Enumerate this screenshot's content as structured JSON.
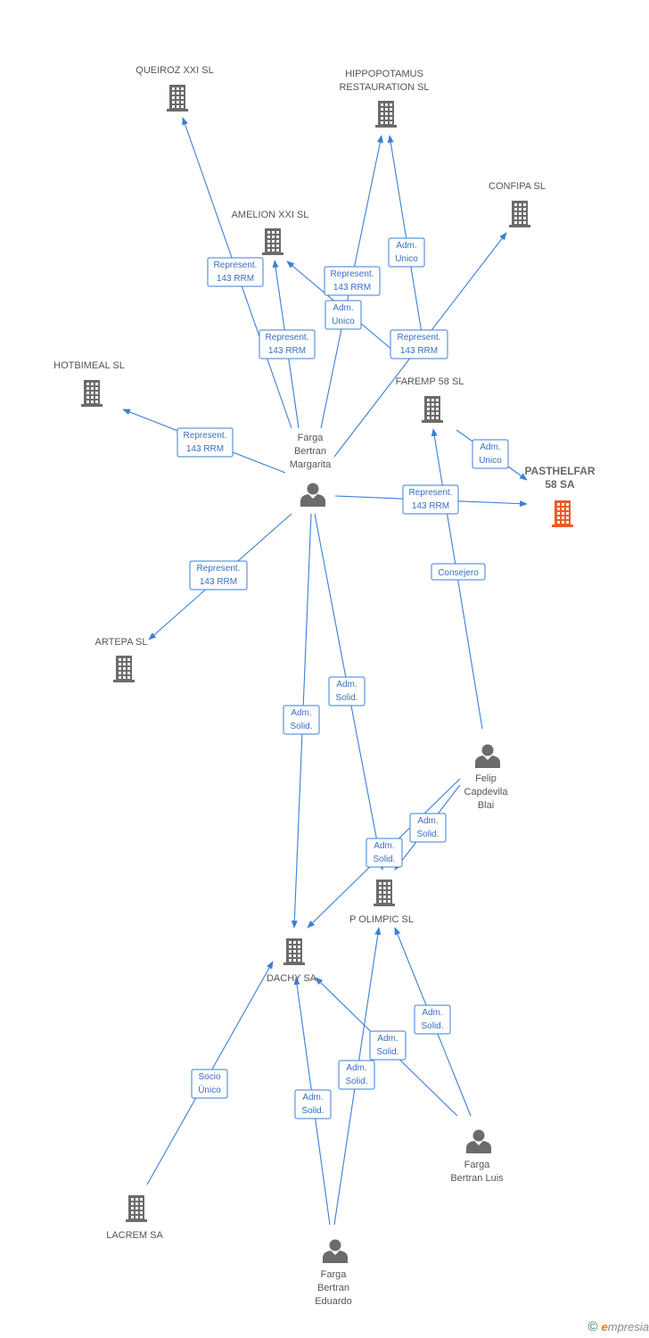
{
  "colors": {
    "edge": "#3a7fd5",
    "company": "#6b6b6b",
    "focus_company": "#f05a28",
    "person": "#6b6b6b"
  },
  "nodes": [
    {
      "id": "queiroz",
      "type": "company",
      "icon": "building-icon",
      "label": [
        "QUEIROZ XXI SL"
      ]
    },
    {
      "id": "hippo",
      "type": "company",
      "icon": "building-icon",
      "label": [
        "HIPPOPOTAMUS",
        "RESTAURATION SL"
      ]
    },
    {
      "id": "confipa",
      "type": "company",
      "icon": "building-icon",
      "label": [
        "CONFIPA SL"
      ]
    },
    {
      "id": "amelion",
      "type": "company",
      "icon": "building-icon",
      "label": [
        "AMELION XXI SL"
      ]
    },
    {
      "id": "hotbimeal",
      "type": "company",
      "icon": "building-icon",
      "label": [
        "HOTBIMEAL SL"
      ]
    },
    {
      "id": "faremp",
      "type": "company",
      "icon": "building-icon",
      "label": [
        "FAREMP 58 SL"
      ]
    },
    {
      "id": "pasthelfar",
      "type": "company",
      "focus": true,
      "icon": "building-icon",
      "label": [
        "PASTHELFAR",
        "58 SA"
      ]
    },
    {
      "id": "margarita",
      "type": "person",
      "icon": "person-icon",
      "label": [
        "Farga",
        "Bertran",
        "Margarita"
      ]
    },
    {
      "id": "artepa",
      "type": "company",
      "icon": "building-icon",
      "label": [
        "ARTEPA SL"
      ]
    },
    {
      "id": "felip",
      "type": "person",
      "icon": "person-icon",
      "label": [
        "Felip",
        "Capdevila",
        "Blai"
      ]
    },
    {
      "id": "polimpic",
      "type": "company",
      "icon": "building-icon",
      "label": [
        "P OLIMPIC SL"
      ]
    },
    {
      "id": "dachy",
      "type": "company",
      "icon": "building-icon",
      "label": [
        "DACHY SA"
      ]
    },
    {
      "id": "luis",
      "type": "person",
      "icon": "person-icon",
      "label": [
        "Farga",
        "Bertran Luis"
      ]
    },
    {
      "id": "lacrem",
      "type": "company",
      "icon": "building-icon",
      "label": [
        "LACREM SA"
      ]
    },
    {
      "id": "eduardo",
      "type": "person",
      "icon": "person-icon",
      "label": [
        "Farga",
        "Bertran",
        "Eduardo"
      ]
    }
  ],
  "edges": [
    {
      "from": "margarita",
      "to": "queiroz",
      "label": [
        "Represent.",
        "143 RRM"
      ]
    },
    {
      "from": "margarita",
      "to": "amelion",
      "label": [
        "Represent.",
        "143 RRM"
      ]
    },
    {
      "from": "margarita",
      "to": "hippo",
      "label": [
        "Represent.",
        "143 RRM"
      ]
    },
    {
      "from": "faremp",
      "to": "hippo",
      "label": [
        "Adm.",
        "Unico"
      ]
    },
    {
      "from": "faremp",
      "to": "amelion",
      "label": [
        "Adm.",
        "Unico"
      ]
    },
    {
      "from": "margarita",
      "to": "confipa",
      "label": [
        "Represent.",
        "143 RRM"
      ]
    },
    {
      "from": "margarita",
      "to": "hotbimeal",
      "label": [
        "Represent.",
        "143 RRM"
      ]
    },
    {
      "from": "faremp",
      "to": "pasthelfar",
      "label": [
        "Adm.",
        "Unico"
      ]
    },
    {
      "from": "margarita",
      "to": "pasthelfar",
      "label": [
        "Represent.",
        "143 RRM"
      ]
    },
    {
      "from": "margarita",
      "to": "artepa",
      "label": [
        "Represent.",
        "143 RRM"
      ]
    },
    {
      "from": "felip",
      "to": "faremp",
      "label": [
        "Consejero"
      ]
    },
    {
      "from": "margarita",
      "to": "dachy",
      "label": [
        "Adm.",
        "Solid."
      ]
    },
    {
      "from": "margarita",
      "to": "polimpic",
      "label": [
        "Adm.",
        "Solid."
      ]
    },
    {
      "from": "felip",
      "to": "polimpic",
      "label": [
        "Adm.",
        "Solid."
      ]
    },
    {
      "from": "felip",
      "to": "dachy",
      "label": [
        "Adm.",
        "Solid."
      ]
    },
    {
      "from": "lacrem",
      "to": "dachy",
      "label": [
        "Socio",
        "Único"
      ]
    },
    {
      "from": "eduardo",
      "to": "dachy",
      "label": [
        "Adm.",
        "Solid."
      ]
    },
    {
      "from": "eduardo",
      "to": "polimpic",
      "label": [
        "Adm.",
        "Solid."
      ]
    },
    {
      "from": "luis",
      "to": "dachy",
      "label": [
        "Adm.",
        "Solid."
      ]
    },
    {
      "from": "luis",
      "to": "polimpic",
      "label": [
        "Adm.",
        "Solid."
      ]
    }
  ],
  "footer": {
    "copyright_symbol": "©",
    "brand_initial": "e",
    "brand_rest": "mpresia"
  }
}
